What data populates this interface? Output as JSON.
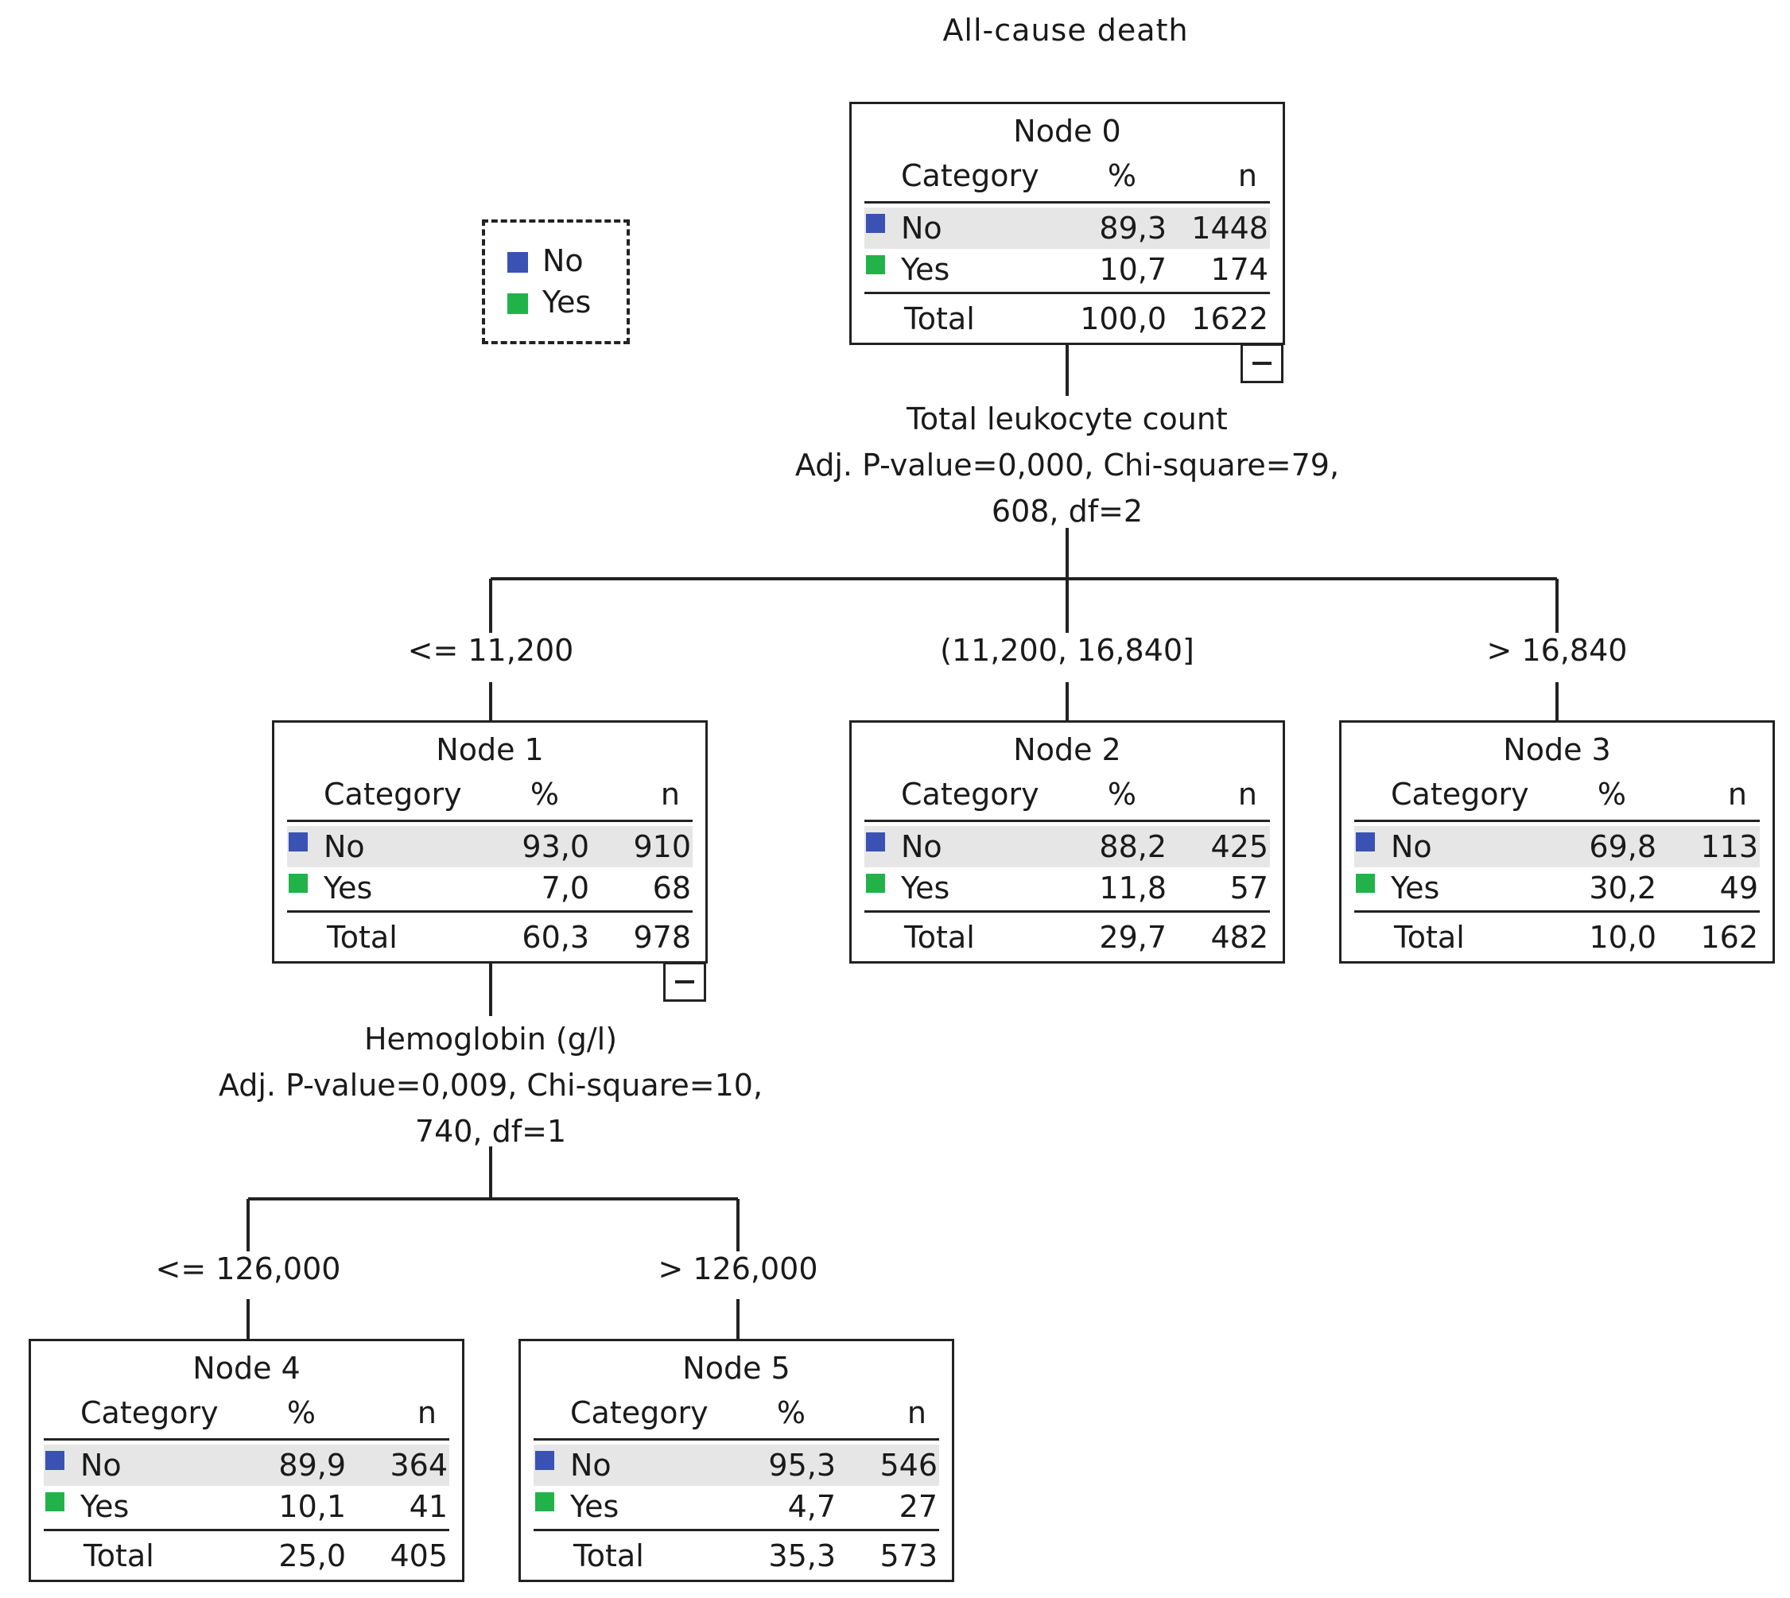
{
  "title": "All-cause death",
  "legend": {
    "items": [
      {
        "label": "No",
        "color": "#3a52b4"
      },
      {
        "label": "Yes",
        "color": "#22b24a"
      }
    ]
  },
  "columns": {
    "category": "Category",
    "pct": "%",
    "n": "n"
  },
  "nodes": {
    "node0": {
      "name": "Node 0",
      "no": {
        "label": "No",
        "pct": "89,3",
        "n": "1448"
      },
      "yes": {
        "label": "Yes",
        "pct": "10,7",
        "n": "174"
      },
      "total": {
        "label": "Total",
        "pct": "100,0",
        "n": "1622"
      }
    },
    "node1": {
      "name": "Node 1",
      "no": {
        "label": "No",
        "pct": "93,0",
        "n": "910"
      },
      "yes": {
        "label": "Yes",
        "pct": "7,0",
        "n": "68"
      },
      "total": {
        "label": "Total",
        "pct": "60,3",
        "n": "978"
      }
    },
    "node2": {
      "name": "Node 2",
      "no": {
        "label": "No",
        "pct": "88,2",
        "n": "425"
      },
      "yes": {
        "label": "Yes",
        "pct": "11,8",
        "n": "57"
      },
      "total": {
        "label": "Total",
        "pct": "29,7",
        "n": "482"
      }
    },
    "node3": {
      "name": "Node 3",
      "no": {
        "label": "No",
        "pct": "69,8",
        "n": "113"
      },
      "yes": {
        "label": "Yes",
        "pct": "30,2",
        "n": "49"
      },
      "total": {
        "label": "Total",
        "pct": "10,0",
        "n": "162"
      }
    },
    "node4": {
      "name": "Node 4",
      "no": {
        "label": "No",
        "pct": "89,9",
        "n": "364"
      },
      "yes": {
        "label": "Yes",
        "pct": "10,1",
        "n": "41"
      },
      "total": {
        "label": "Total",
        "pct": "25,0",
        "n": "405"
      }
    },
    "node5": {
      "name": "Node 5",
      "no": {
        "label": "No",
        "pct": "95,3",
        "n": "546"
      },
      "yes": {
        "label": "Yes",
        "pct": "4,7",
        "n": "27"
      },
      "total": {
        "label": "Total",
        "pct": "35,3",
        "n": "573"
      }
    }
  },
  "splits": {
    "split0": {
      "line1": "Total leukocyte count",
      "line2": "Adj. P-value=0,000, Chi-square=79,",
      "line3": "608, df=2"
    },
    "split1": {
      "line1": "Hemoglobin (g/l)",
      "line2": "Adj. P-value=0,009, Chi-square=10,",
      "line3": "740, df=1"
    }
  },
  "branches": {
    "b1": "<= 11,200",
    "b2": "(11,200, 16,840]",
    "b3": "> 16,840",
    "b4": "<= 126,000",
    "b5": "> 126,000"
  }
}
